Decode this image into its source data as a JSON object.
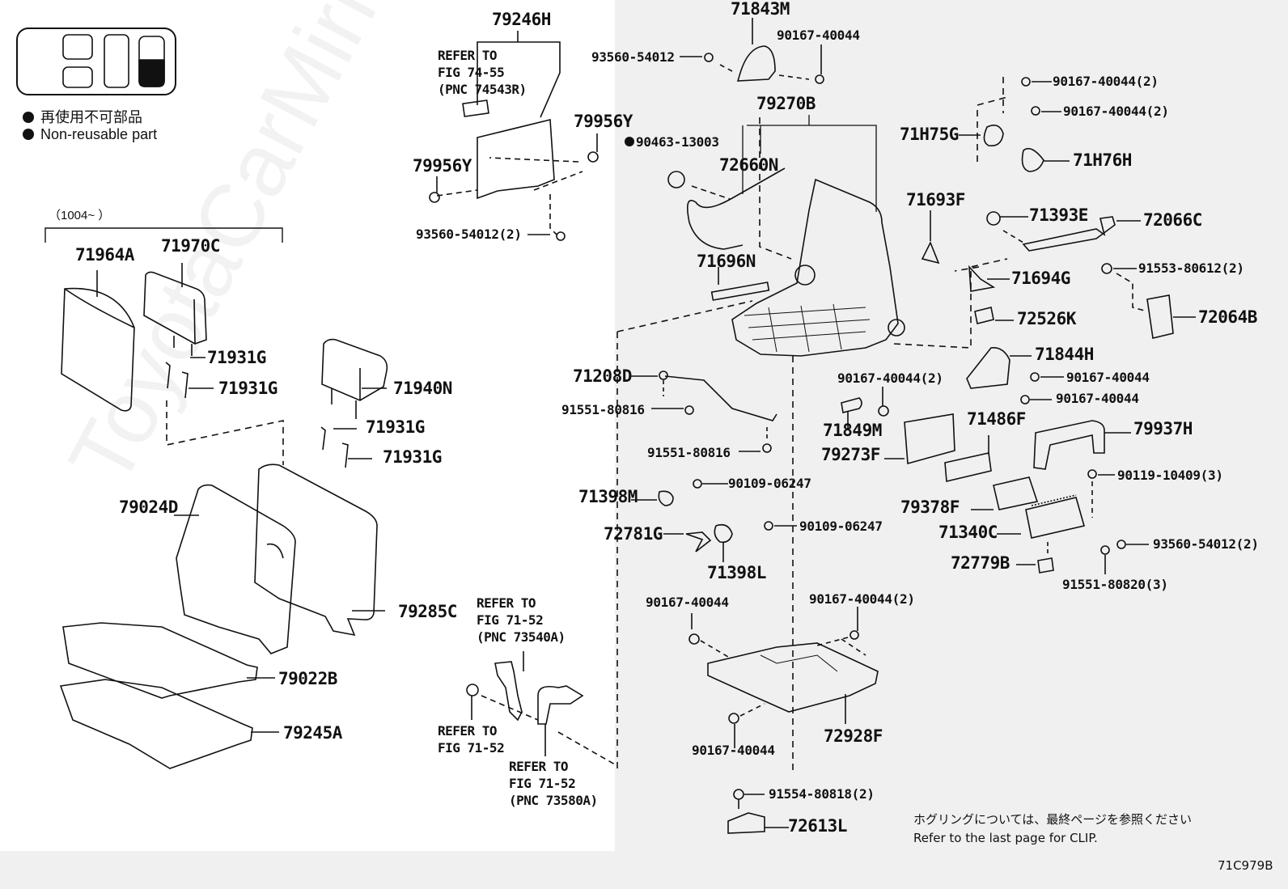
{
  "legend": {
    "jp": "再使用不可部品",
    "en": "Non-reusable part"
  },
  "seat_icon": {
    "highlighted_position": "rear-right"
  },
  "date_range": "（1004~        ）",
  "watermark": "ToyotaCarMirror.ru",
  "diagram_id": "71C979B",
  "footer": {
    "jp": "ホグリングについては、最終ページを参照ください",
    "en": "Refer to the last page for CLIP."
  },
  "parts": {
    "p79246H": "79246H",
    "ref74_55": "REFER TO\nFIG 74-55\n(PNC 74543R)",
    "p79956Y_a": "79956Y",
    "p79956Y_b": "79956Y",
    "p93560_54012_2a": "93560-54012(2)",
    "p71843M": "71843M",
    "p93560_54012": "93560-54012",
    "p90167_40044_top": "90167-40044",
    "p79270B": "79270B",
    "p90463_13003": "90463-13003",
    "p72660N": "72660N",
    "p71696N": "71696N",
    "p71H75G": "71H75G",
    "p90167_40044_2a": "90167-40044(2)",
    "p90167_40044_2b": "90167-40044(2)",
    "p71H76H": "71H76H",
    "p71693F": "71693F",
    "p71393E": "71393E",
    "p72066C": "72066C",
    "p91553_80612": "91553-80612(2)",
    "p71694G": "71694G",
    "p72526K": "72526K",
    "p72064B": "72064B",
    "p71844H": "71844H",
    "p90167_40044_r1": "90167-40044",
    "p90167_40044_r2": "90167-40044",
    "p90167_40044_2c": "90167-40044(2)",
    "p71208D": "71208D",
    "p91551_80816a": "91551-80816",
    "p91551_80816b": "91551-80816",
    "p71849M": "71849M",
    "p79273F": "79273F",
    "p71486F": "71486F",
    "p79937H": "79937H",
    "p90119_10409": "90119-10409(3)",
    "p90109_06247a": "90109-06247",
    "p90109_06247b": "90109-06247",
    "p71398M": "71398M",
    "p72781G": "72781G",
    "p71398L": "71398L",
    "p79378F": "79378F",
    "p71340C": "71340C",
    "p93560_54012_2b": "93560-54012(2)",
    "p72779B": "72779B",
    "p91551_80820": "91551-80820(3)",
    "p90167_40044_b1": "90167-40044",
    "p90167_40044_2d": "90167-40044(2)",
    "p90167_40044_b2": "90167-40044",
    "p72928F": "72928F",
    "p91554_80818": "91554-80818(2)",
    "p72613L": "72613L",
    "p71964A": "71964A",
    "p71970C": "71970C",
    "p71931G_a": "71931G",
    "p71931G_b": "71931G",
    "p71940N": "71940N",
    "p71931G_c": "71931G",
    "p71931G_d": "71931G",
    "p79024D": "79024D",
    "p79285C": "79285C",
    "p79022B": "79022B",
    "p79245A": "79245A",
    "ref73540": "REFER TO\nFIG 71-52\n(PNC 73540A)",
    "ref71_52": "REFER TO\nFIG 71-52",
    "ref73580": "REFER TO\nFIG 71-52\n(PNC 73580A)"
  }
}
